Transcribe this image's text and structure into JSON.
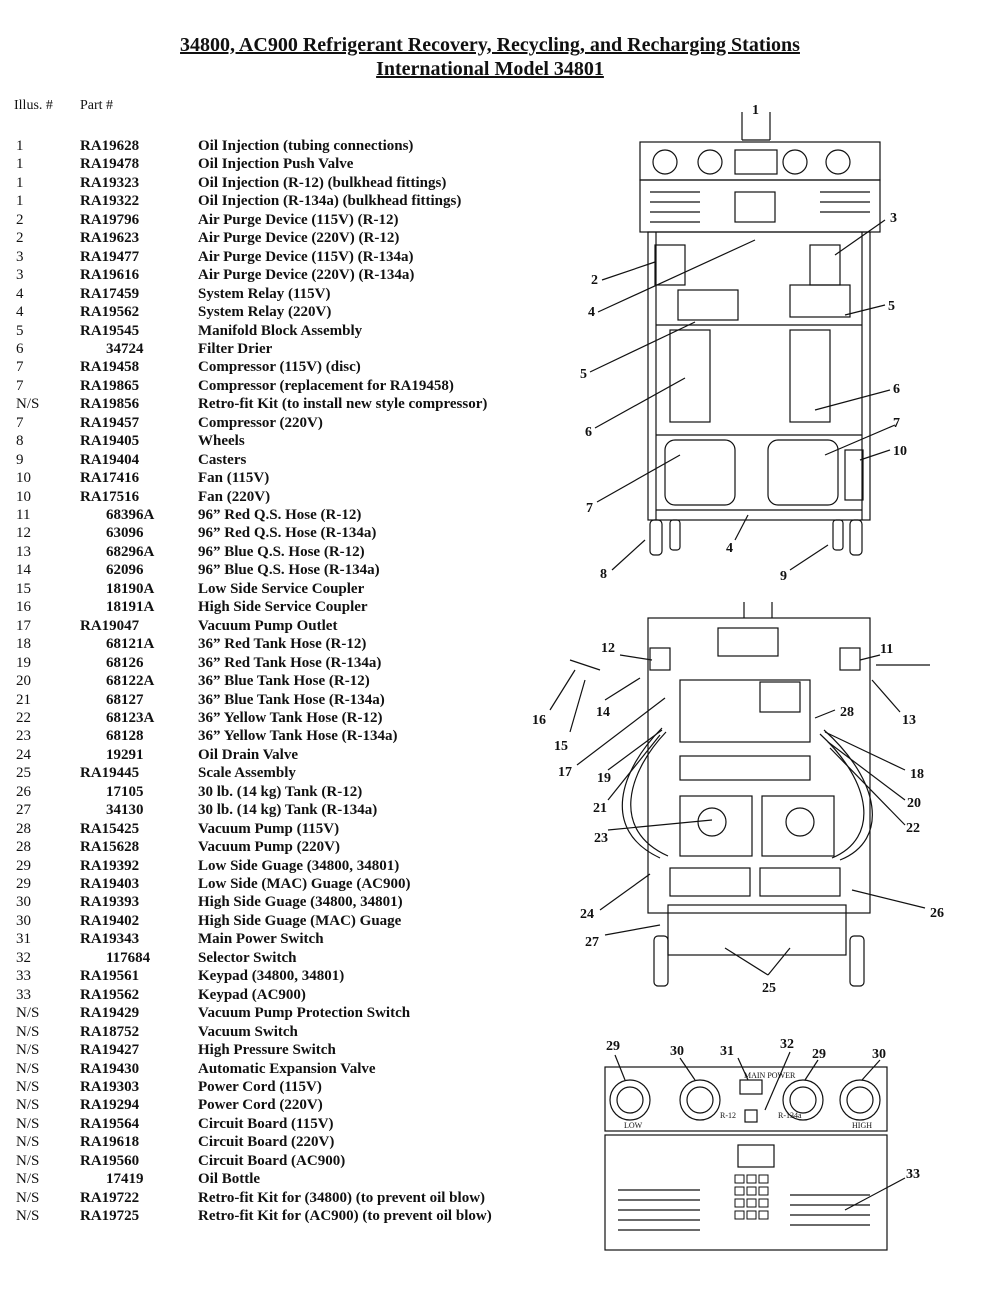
{
  "title": {
    "line1": "34800, AC900 Refrigerant Recovery, Recycling, and Recharging Stations",
    "line2": "International Model 34801"
  },
  "headers": {
    "illus": "Illus. #",
    "part": "Part #"
  },
  "parts": [
    {
      "illus": "1",
      "part": "RA19628",
      "desc": "Oil Injection (tubing connections)"
    },
    {
      "illus": "1",
      "part": "RA19478",
      "desc": "Oil Injection Push Valve"
    },
    {
      "illus": "1",
      "part": "RA19323",
      "desc": "Oil Injection (R-12) (bulkhead fittings)"
    },
    {
      "illus": "1",
      "part": "RA19322",
      "desc": "Oil Injection (R-134a) (bulkhead fittings)"
    },
    {
      "illus": "2",
      "part": "RA19796",
      "desc": "Air Purge Device (115V) (R-12)"
    },
    {
      "illus": "2",
      "part": "RA19623",
      "desc": "Air Purge Device (220V) (R-12)"
    },
    {
      "illus": "3",
      "part": "RA19477",
      "desc": "Air Purge Device (115V) (R-134a)"
    },
    {
      "illus": "3",
      "part": "RA19616",
      "desc": "Air Purge Device (220V) (R-134a)"
    },
    {
      "illus": "4",
      "part": "RA17459",
      "desc": "System Relay (115V)"
    },
    {
      "illus": "4",
      "part": "RA19562",
      "desc": "System Relay (220V)"
    },
    {
      "illus": "5",
      "part": "RA19545",
      "desc": "Manifold Block Assembly"
    },
    {
      "illus": "6",
      "part": "34724",
      "desc": "Filter Drier"
    },
    {
      "illus": "7",
      "part": "RA19458",
      "desc": "Compressor (115V) (disc)"
    },
    {
      "illus": "7",
      "part": "RA19865",
      "desc": "Compressor (replacement for RA19458)"
    },
    {
      "illus": "N/S",
      "part": "RA19856",
      "desc": "Retro-fit Kit (to install new style compressor)"
    },
    {
      "illus": "7",
      "part": "RA19457",
      "desc": "Compressor (220V)"
    },
    {
      "illus": "8",
      "part": "RA19405",
      "desc": "Wheels"
    },
    {
      "illus": "9",
      "part": "RA19404",
      "desc": "Casters"
    },
    {
      "illus": "10",
      "part": "RA17416",
      "desc": "Fan (115V)"
    },
    {
      "illus": "10",
      "part": "RA17516",
      "desc": "Fan (220V)"
    },
    {
      "illus": "11",
      "part": "68396A",
      "desc": "96” Red Q.S. Hose (R-12)"
    },
    {
      "illus": "12",
      "part": "63096",
      "desc": "96” Red Q.S. Hose (R-134a)"
    },
    {
      "illus": "13",
      "part": "68296A",
      "desc": "96” Blue Q.S. Hose (R-12)"
    },
    {
      "illus": "14",
      "part": "62096",
      "desc": "96” Blue Q.S. Hose (R-134a)"
    },
    {
      "illus": "15",
      "part": "18190A",
      "desc": "Low Side Service Coupler"
    },
    {
      "illus": "16",
      "part": "18191A",
      "desc": "High Side Service Coupler"
    },
    {
      "illus": "17",
      "part": "RA19047",
      "desc": "Vacuum Pump Outlet"
    },
    {
      "illus": "18",
      "part": "68121A",
      "desc": "36” Red Tank Hose (R-12)"
    },
    {
      "illus": "19",
      "part": "68126",
      "desc": "36” Red Tank Hose (R-134a)"
    },
    {
      "illus": "20",
      "part": "68122A",
      "desc": "36” Blue Tank Hose (R-12)"
    },
    {
      "illus": "21",
      "part": "68127",
      "desc": "36” Blue Tank Hose (R-134a)"
    },
    {
      "illus": "22",
      "part": "68123A",
      "desc": "36” Yellow Tank Hose (R-12)"
    },
    {
      "illus": "23",
      "part": "68128",
      "desc": "36” Yellow Tank Hose (R-134a)"
    },
    {
      "illus": "24",
      "part": "19291",
      "desc": "Oil Drain Valve"
    },
    {
      "illus": "25",
      "part": "RA19445",
      "desc": "Scale Assembly"
    },
    {
      "illus": "26",
      "part": "17105",
      "desc": "30 lb. (14 kg) Tank (R-12)"
    },
    {
      "illus": "27",
      "part": "34130",
      "desc": "30 lb. (14 kg) Tank (R-134a)"
    },
    {
      "illus": "28",
      "part": "RA15425",
      "desc": "Vacuum Pump (115V)"
    },
    {
      "illus": "28",
      "part": "RA15628",
      "desc": "Vacuum Pump (220V)"
    },
    {
      "illus": "29",
      "part": "RA19392",
      "desc": "Low Side Guage (34800, 34801)"
    },
    {
      "illus": "29",
      "part": "RA19403",
      "desc": "Low Side (MAC) Guage (AC900)"
    },
    {
      "illus": "30",
      "part": "RA19393",
      "desc": "High Side Guage (34800, 34801)"
    },
    {
      "illus": "30",
      "part": "RA19402",
      "desc": "High Side Guage (MAC) Guage"
    },
    {
      "illus": "31",
      "part": "RA19343",
      "desc": "Main Power Switch"
    },
    {
      "illus": "32",
      "part": "117684",
      "desc": "Selector Switch"
    },
    {
      "illus": "33",
      "part": "RA19561",
      "desc": "Keypad (34800, 34801)"
    },
    {
      "illus": "33",
      "part": "RA19562",
      "desc": "Keypad (AC900)"
    },
    {
      "illus": "N/S",
      "part": "RA19429",
      "desc": "Vacuum Pump Protection Switch"
    },
    {
      "illus": "N/S",
      "part": "RA18752",
      "desc": "Vacuum Switch"
    },
    {
      "illus": "N/S",
      "part": "RA19427",
      "desc": "High Pressure Switch"
    },
    {
      "illus": "N/S",
      "part": "RA19430",
      "desc": "Automatic Expansion Valve"
    },
    {
      "illus": "N/S",
      "part": "RA19303",
      "desc": "Power Cord (115V)"
    },
    {
      "illus": "N/S",
      "part": "RA19294",
      "desc": "Power Cord (220V)"
    },
    {
      "illus": "N/S",
      "part": "RA19564",
      "desc": "Circuit Board (115V)"
    },
    {
      "illus": "N/S",
      "part": "RA19618",
      "desc": "Circuit Board (220V)"
    },
    {
      "illus": "N/S",
      "part": "RA19560",
      "desc": "Circuit Board (AC900)"
    },
    {
      "illus": "N/S",
      "part": "17419",
      "desc": "Oil Bottle"
    },
    {
      "illus": "N/S",
      "part": "RA19722",
      "desc": "Retro-fit Kit for (34800) (to prevent oil blow)"
    },
    {
      "illus": "N/S",
      "part": "RA19725",
      "desc": "Retro-fit Kit for (AC900) (to prevent oil blow)"
    }
  ],
  "diagram_labels": {
    "front": [
      "1",
      "2",
      "3",
      "4",
      "5",
      "5",
      "6",
      "6",
      "7",
      "7",
      "10",
      "4",
      "8",
      "9"
    ],
    "rear": [
      "12",
      "11",
      "16",
      "14",
      "13",
      "28",
      "15",
      "17",
      "19",
      "18",
      "21",
      "20",
      "23",
      "22",
      "24",
      "26",
      "27",
      "25"
    ],
    "panel": [
      "29",
      "30",
      "31",
      "32",
      "29",
      "30",
      "33"
    ],
    "panel_text": [
      "R-12",
      "R-134a",
      "LOW",
      "HIGH",
      "MAIN POWER"
    ]
  }
}
